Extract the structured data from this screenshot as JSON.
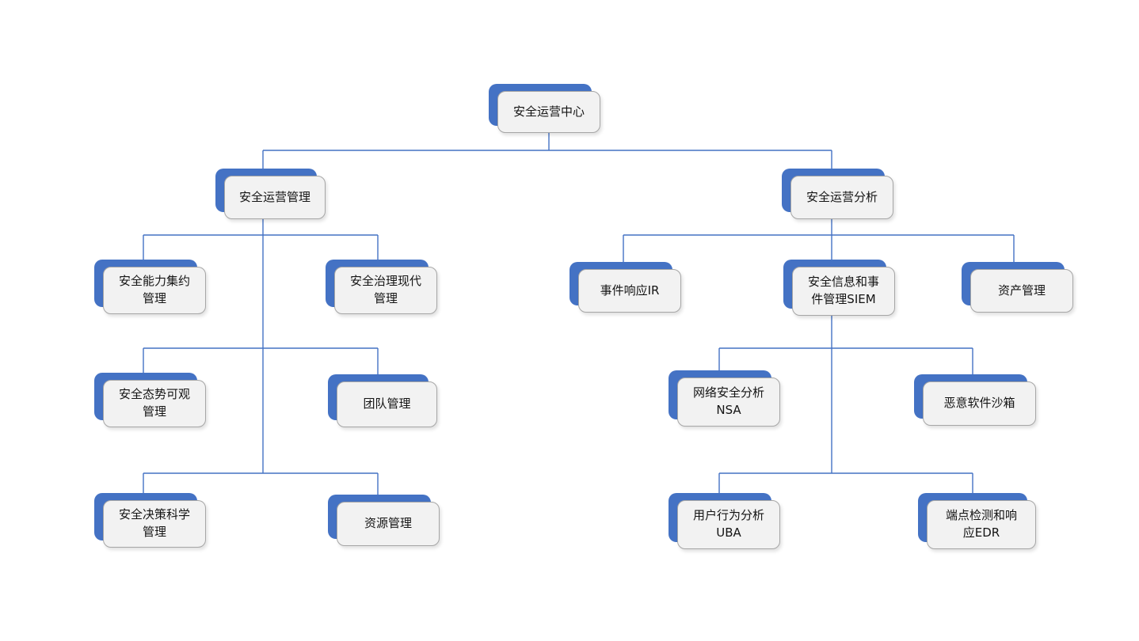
{
  "diagram": {
    "nodes": {
      "root": {
        "label": "安全运营中心"
      },
      "ops_mgmt": {
        "label": "安全运营管理"
      },
      "ops_analysis": {
        "label": "安全运营分析"
      },
      "capability": {
        "label": "安全能力集约\n管理"
      },
      "governance": {
        "label": "安全治理现代\n管理"
      },
      "posture": {
        "label": "安全态势可观\n管理"
      },
      "team": {
        "label": "团队管理"
      },
      "decision": {
        "label": "安全决策科学\n管理"
      },
      "resource": {
        "label": "资源管理"
      },
      "incident": {
        "label": "事件响应IR"
      },
      "siem": {
        "label": "安全信息和事\n件管理SIEM"
      },
      "asset": {
        "label": "资产管理"
      },
      "nsa": {
        "label": "网络安全分析\nNSA"
      },
      "sandbox": {
        "label": "恶意软件沙箱"
      },
      "uba": {
        "label": "用户行为分析\nUBA"
      },
      "edr": {
        "label": "端点检测和响\n应EDR"
      }
    },
    "edges": [
      [
        "root",
        "ops_mgmt"
      ],
      [
        "root",
        "ops_analysis"
      ],
      [
        "ops_mgmt",
        "capability"
      ],
      [
        "ops_mgmt",
        "governance"
      ],
      [
        "ops_mgmt",
        "posture"
      ],
      [
        "ops_mgmt",
        "team"
      ],
      [
        "ops_mgmt",
        "decision"
      ],
      [
        "ops_mgmt",
        "resource"
      ],
      [
        "ops_analysis",
        "incident"
      ],
      [
        "ops_analysis",
        "siem"
      ],
      [
        "ops_analysis",
        "asset"
      ],
      [
        "siem",
        "nsa"
      ],
      [
        "siem",
        "sandbox"
      ],
      [
        "siem",
        "uba"
      ],
      [
        "siem",
        "edr"
      ]
    ],
    "colors": {
      "shadow_blue": "#4472C4",
      "box_fill": "#F2F2F2",
      "box_border": "#A6A6A6",
      "line": "#4472C4"
    }
  }
}
